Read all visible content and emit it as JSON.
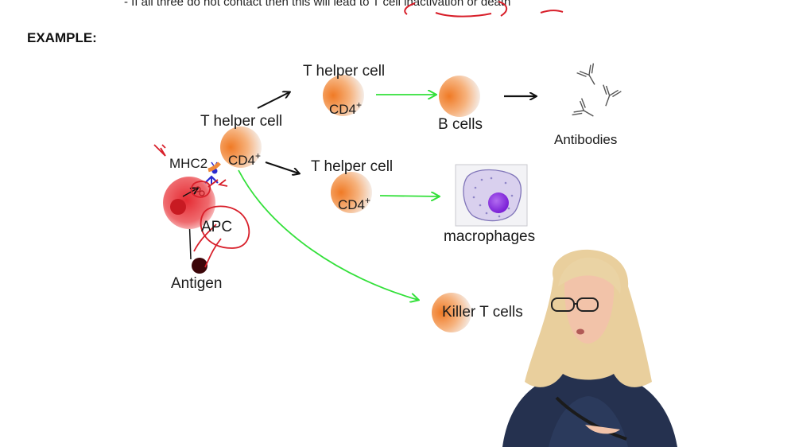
{
  "header": {
    "bullet": "- If all three do not contact then this will lead to T cell inactivation or death",
    "example": "EXAMPLE:"
  },
  "diagram": {
    "labels": {
      "antigen": "Antigen",
      "apc": "APC",
      "mhc2": "MHC2",
      "t_helper_left": "T helper cell",
      "cd4_left": "CD4",
      "t_helper_top": "T helper cell",
      "cd4_top": "CD4",
      "b_cells": "B cells",
      "antibodies": "Antibodies",
      "t_helper_mid": "T helper cell",
      "cd4_mid": "CD4",
      "macrophages": "macrophages",
      "killer_t": "Killer T cells",
      "plus": "+"
    },
    "colors": {
      "cell_orange": "#f08a3c",
      "apc_red": "#e8323a",
      "green_arrow": "#33e03a",
      "annotation_red": "#d81f2a",
      "macrophage_purple": "#8a35c9"
    }
  }
}
